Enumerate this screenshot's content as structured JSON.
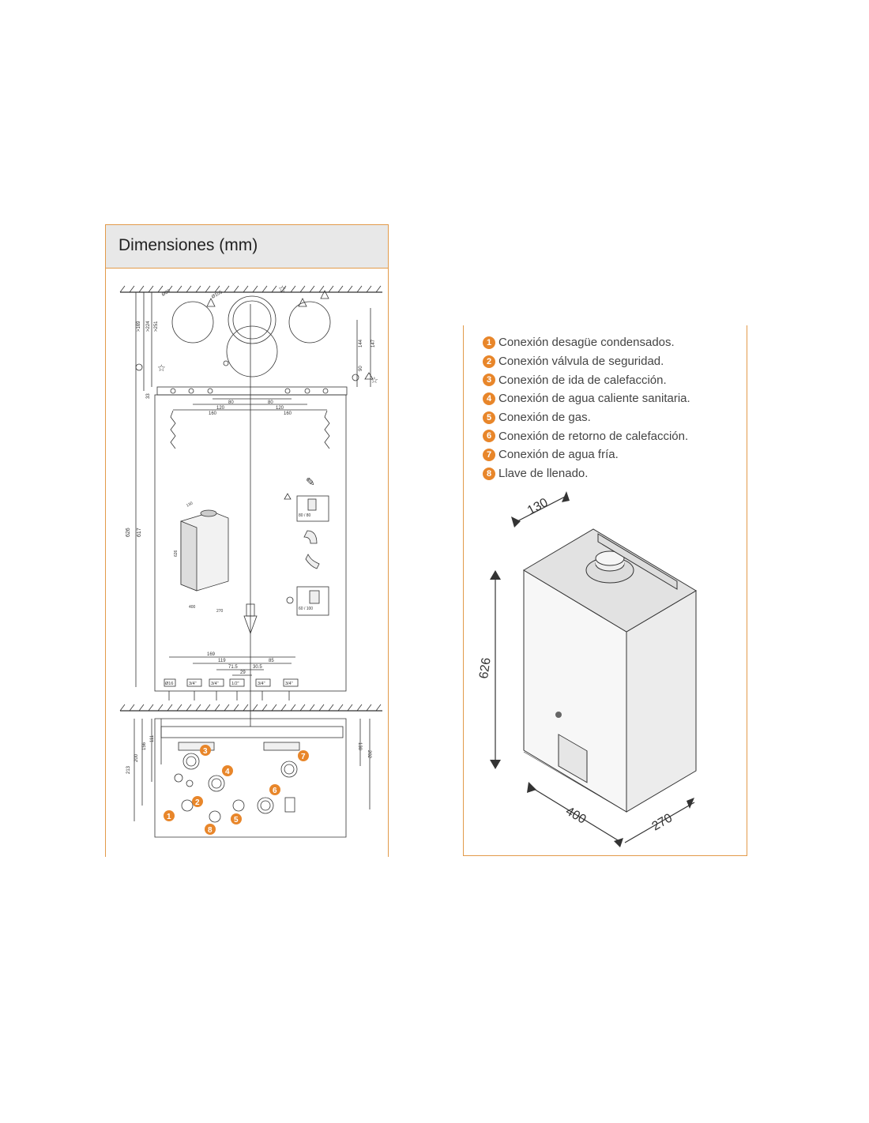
{
  "title": "Dimensiones (mm)",
  "legend": [
    {
      "n": "1",
      "text": "Conexión desagüe condensados."
    },
    {
      "n": "2",
      "text": "Conexión  válvula de seguridad."
    },
    {
      "n": "3",
      "text": "Conexión de ida de calefacción."
    },
    {
      "n": "4",
      "text": "Conexión de agua caliente sanitaria."
    },
    {
      "n": "5",
      "text": "Conexión de gas."
    },
    {
      "n": "6",
      "text": "Conexión de retorno de calefacción."
    },
    {
      "n": "7",
      "text": "Conexión de agua fría."
    },
    {
      "n": "8",
      "text": "Llave de llenado."
    }
  ],
  "boiler_dims": {
    "depth_top": "130",
    "height": "626",
    "width": "400",
    "depth": "270"
  },
  "drawing": {
    "flue_labels": {
      "d1": "Ø80",
      "d2": "Ø105",
      "d3": "Ø60"
    },
    "vertical_dims": {
      "v1": ">169",
      "v2": ">224",
      "v3": ">251",
      "v4": "33",
      "v5": "626",
      "v6": "617",
      "v7": "147",
      "v8": "144",
      "v9": "90"
    },
    "top_spacing": {
      "a": "80",
      "b": "80",
      "c": "120",
      "d": "120",
      "e": "160",
      "f": "160"
    },
    "bottom_spacing": {
      "a": "169",
      "b": "119",
      "c": "85",
      "d": "71.5",
      "e": "30.5",
      "f": "29"
    },
    "pipe_sizes": [
      "Ø16",
      "3/4\"",
      "3/4\"",
      "1/2\"",
      "3/4\"",
      "3/4\""
    ],
    "mini_boiler": {
      "w": "400",
      "h": "626",
      "d": "270",
      "t": "130"
    },
    "kit_labels": {
      "k1": "80 / 80",
      "k2": "60 / 100"
    },
    "under_dims": {
      "u1": "111",
      "u2": "156",
      "u3": "200",
      "u4": "213",
      "u5": "130",
      "u6": "202"
    },
    "markers": [
      "1",
      "2",
      "3",
      "4",
      "5",
      "6",
      "7",
      "8"
    ]
  },
  "colors": {
    "accent": "#e8862a",
    "border": "#e29a4a",
    "header_bg": "#e8e8e8"
  }
}
